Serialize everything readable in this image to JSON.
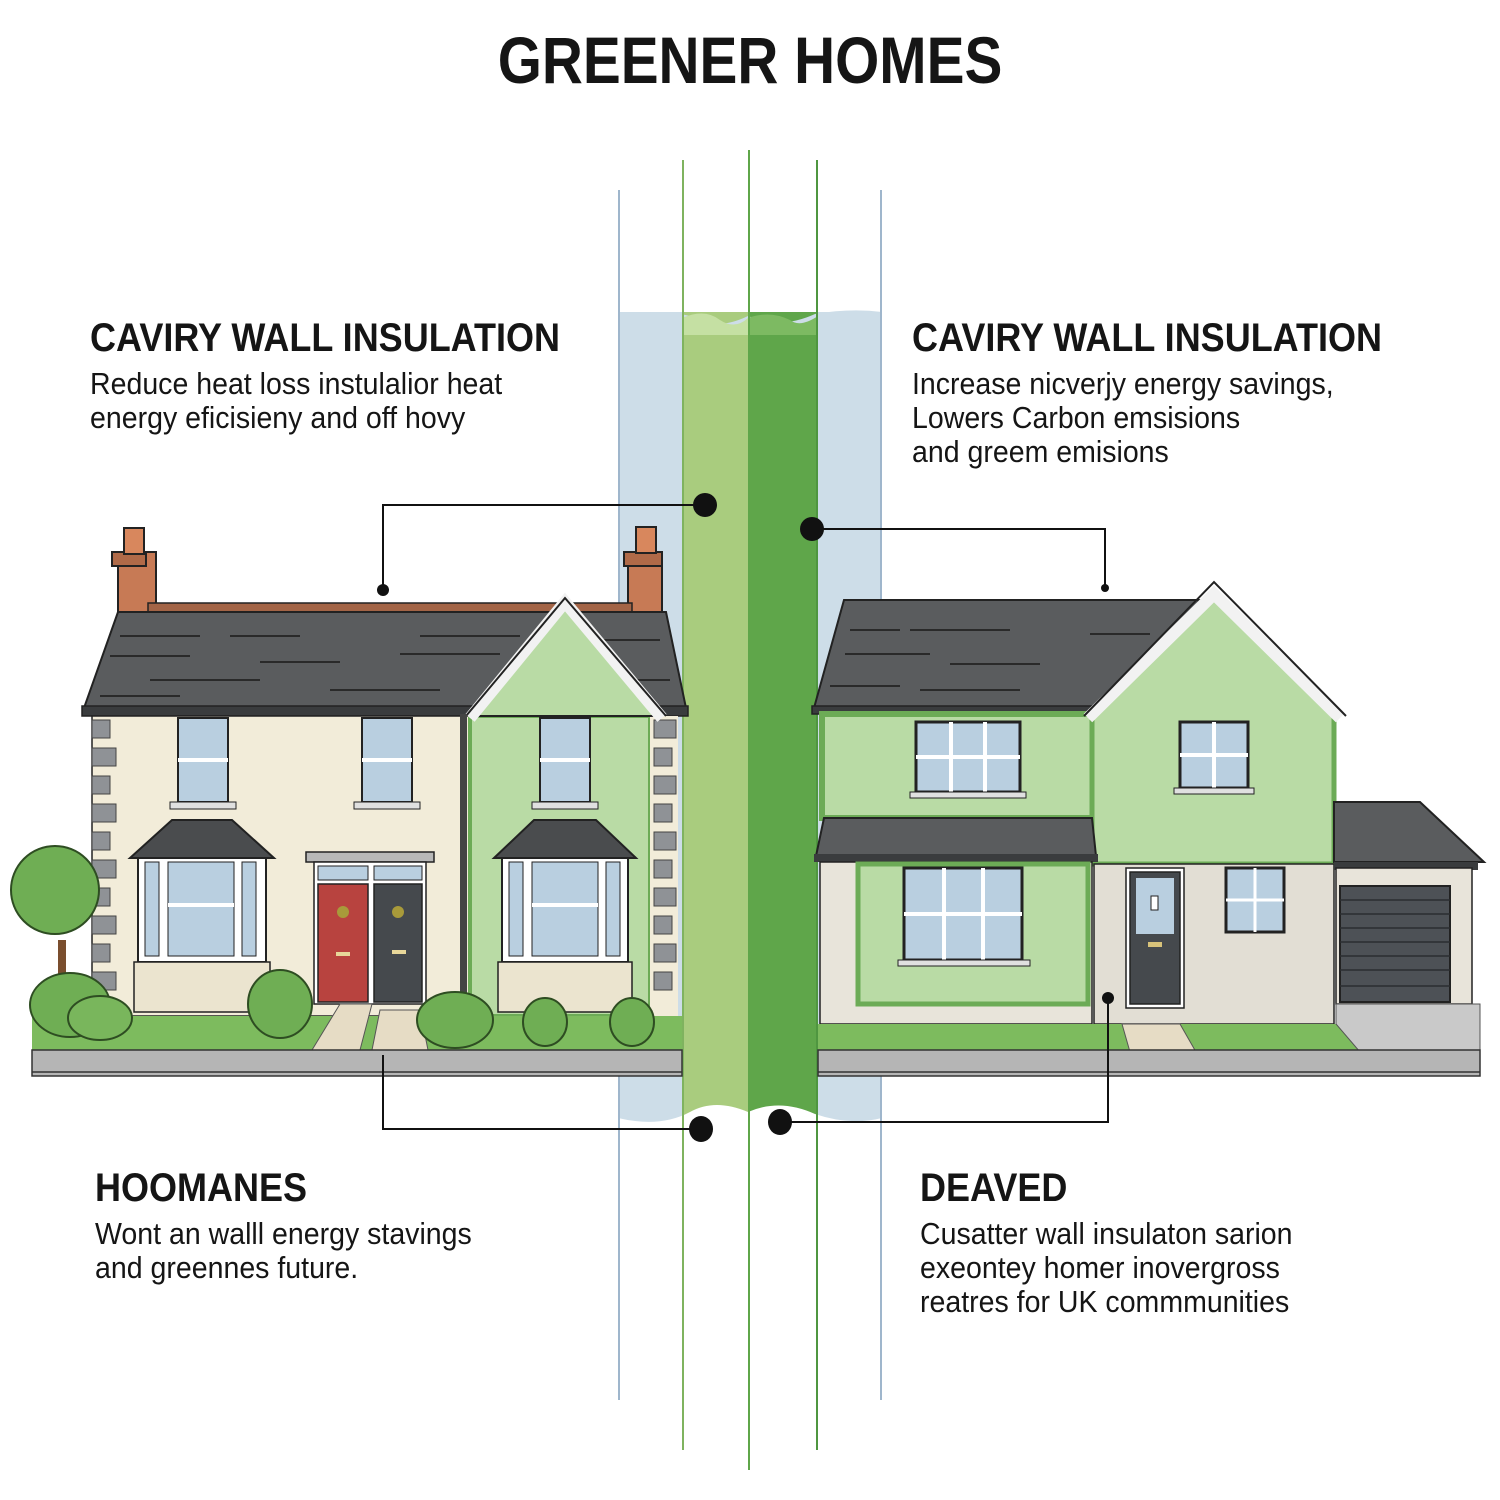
{
  "title": "GREENER HOMES",
  "blocks": {
    "top_left": {
      "heading": "CAVIRY WALL INSULATION",
      "lines": [
        "Reduce heat loss instulalior heat",
        "energy eficisieny and off hovy"
      ]
    },
    "top_right": {
      "heading": "CAVIRY WALL INSULATION",
      "lines": [
        "Increase nicverjy energy savings,",
        "Lowers Carbon emsisions",
        "and greem emisions"
      ]
    },
    "bottom_left": {
      "heading": "HOOMANES",
      "lines": [
        "Wont an walll energy stavings",
        "and greennes future."
      ]
    },
    "bottom_right": {
      "heading": "DEAVED",
      "lines": [
        "Cusatter wall insulaton sarion",
        "exeontey homer inovergross",
        "reatres for UK commmunities"
      ]
    }
  },
  "illustration": {
    "left_house": "semi-detached brick house with chimneys, bay windows, red and black front doors, partially green-insulated wall",
    "right_house": "detached house with green-insulated gable walls, front door and attached garage",
    "center_band": "vertical wall cross-section: pale blue outer layers, light green and dark green insulation layers",
    "colors": {
      "insulation_light": "#a9cc7e",
      "insulation_dark": "#5fa64a",
      "cavity_blue": "#cddde8",
      "roof": "#5a5c5e",
      "brick_cream": "#f2ecd9",
      "green_wall": "#b9dba5",
      "red_door": "#b8433f",
      "black_door": "#45494d",
      "chimney": "#c77a55"
    }
  }
}
